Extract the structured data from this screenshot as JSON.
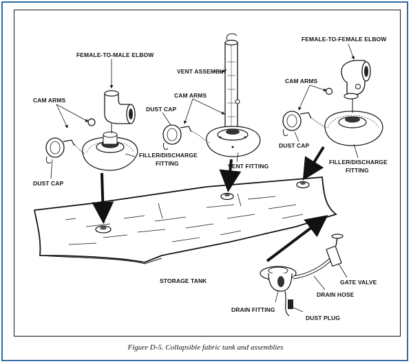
{
  "figure": {
    "caption": "Figure D-5.  Collapsible fabric tank and assemblies",
    "labels": {
      "female_to_male_elbow": "FEMALE-TO-MALE ELBOW",
      "vent_assembly": "VENT ASSEMBLY",
      "female_to_female_elbow": "FEMALE-TO-FEMALE ELBOW",
      "cam_arms_left": "CAM ARMS",
      "cam_arms_center": "CAM ARMS",
      "cam_arms_right": "CAM ARMS",
      "dust_cap_center": "DUST CAP",
      "dust_cap_left": "DUST CAP",
      "dust_cap_right": "DUST CAP",
      "filler_discharge_left_1": "FILLER/DISCHARGE",
      "filler_discharge_left_2": "FITTING",
      "vent_fitting": "VENT FITTING",
      "filler_discharge_right_1": "FILLER/DISCHARGE",
      "filler_discharge_right_2": "FITTING",
      "storage_tank": "STORAGE TANK",
      "gate_valve": "GATE VALVE",
      "drain_hose": "DRAIN HOSE",
      "drain_fitting": "DRAIN FITTING",
      "dust_plug": "DUST PLUG"
    }
  }
}
